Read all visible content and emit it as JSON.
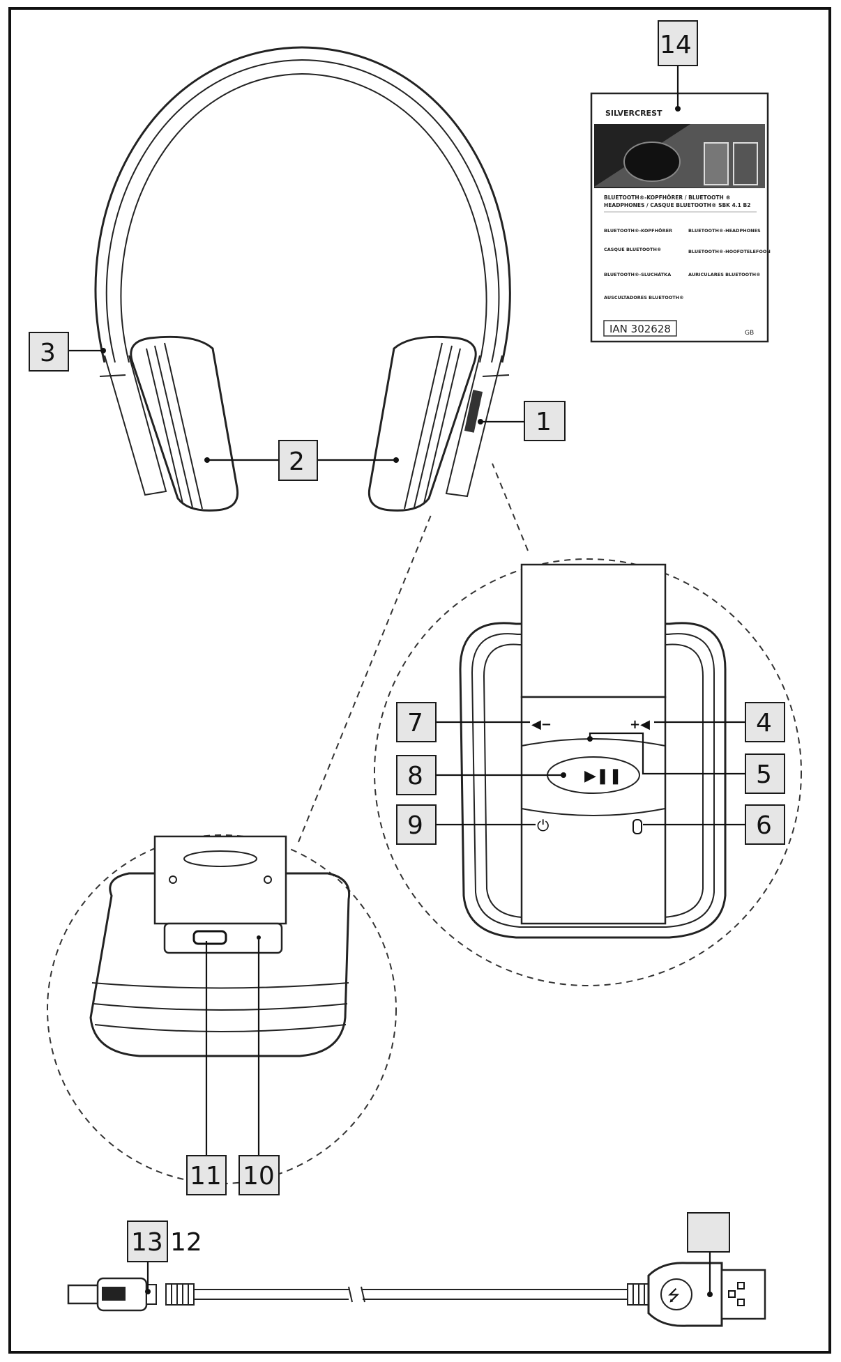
{
  "callouts": {
    "c1": "1",
    "c2": "2",
    "c3": "3",
    "c4": "4",
    "c5": "5",
    "c6": "6",
    "c7": "7",
    "c8": "8",
    "c9": "9",
    "c10": "10",
    "c11": "11",
    "c12": "12",
    "c13": "13",
    "c14": "14"
  },
  "manual_cover": {
    "brand": "SILVERCREST",
    "title_line1": "BLUETOOTH®-KOPFHÖRER / BLUETOOTH ®",
    "title_line2": "HEADPHONES / CASQUE BLUETOOTH® SBK 4.1 B2",
    "items": [
      "BLUETOOTH®-KOPFHÖRER",
      "BLUETOOTH®-HEADPHONES",
      "CASQUE BLUETOOTH®",
      "BLUETOOTH®-HOOFDTELEFOON",
      "BLUETOOTH®-SLUCHÁTKA",
      "AURICULARES BLUETOOTH®",
      "AUSCULTADORES BLUETOOTH®"
    ],
    "ian": "IAN 302628"
  },
  "icons": {
    "vol_down": "volume-down-icon",
    "vol_up": "volume-up-icon",
    "play_pause": "play-pause-icon",
    "power": "power-icon",
    "microphone": "microphone-icon",
    "usb": "usb-icon"
  }
}
